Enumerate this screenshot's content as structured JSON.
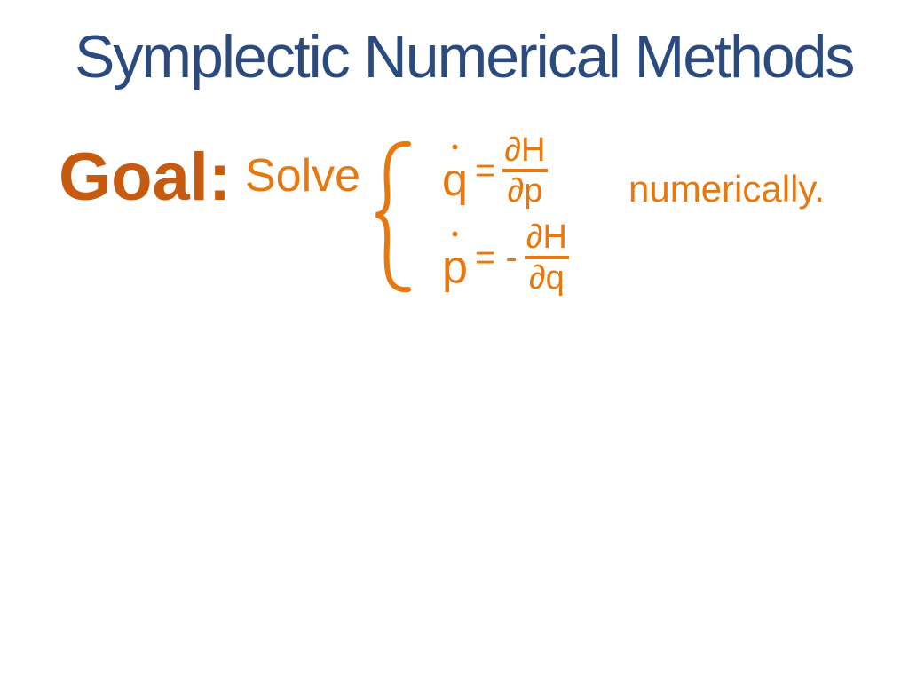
{
  "title": "Symplectic Numerical Methods",
  "goal_label": "Goal:",
  "solve_text": "Solve",
  "equations": [
    {
      "lhs": "q",
      "dot": "•",
      "op": "=",
      "num": "∂H",
      "den": "∂p"
    },
    {
      "lhs": "p",
      "dot": "•",
      "op": "= -",
      "num": "∂H",
      "den": "∂q"
    }
  ],
  "suffix": "numerically.",
  "colors": {
    "title": "#2b4a7e",
    "goal": "#c65a0e",
    "accent": "#e8780e"
  }
}
